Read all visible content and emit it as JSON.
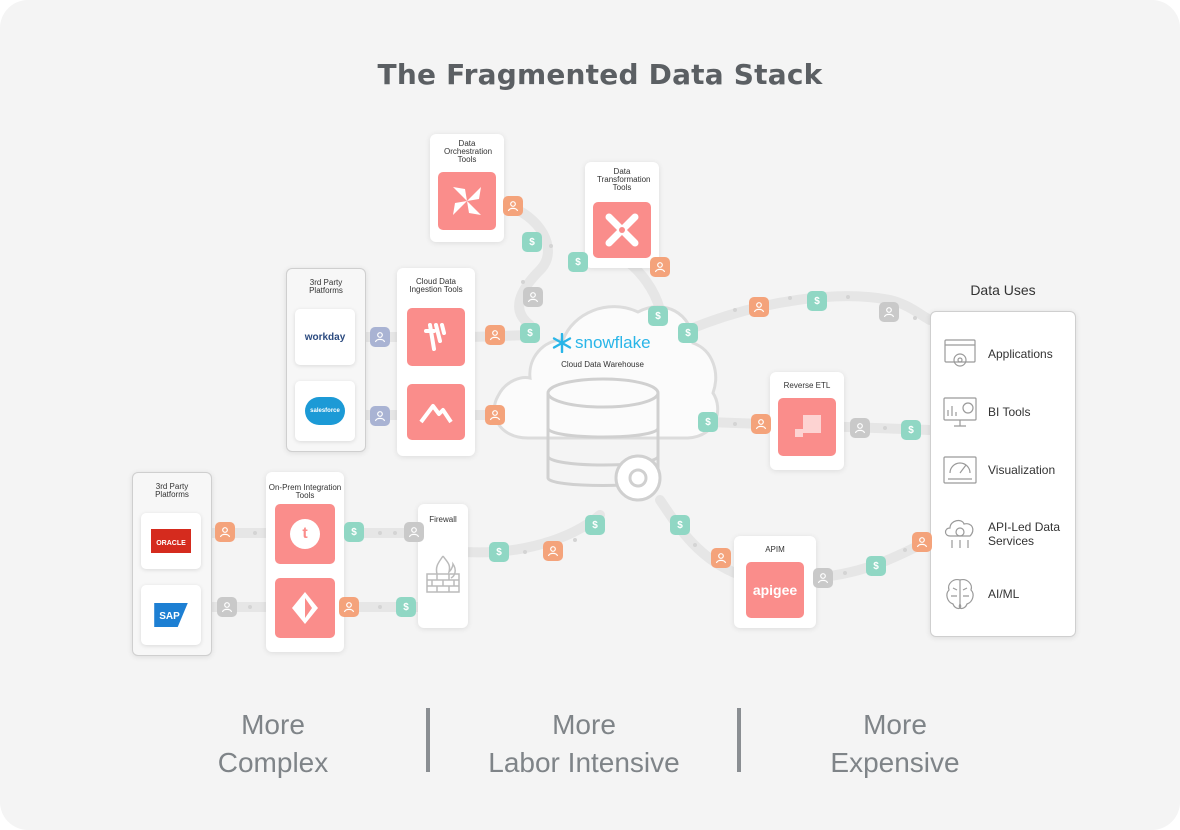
{
  "title": "The Fragmented Data Stack",
  "central": {
    "brand": "snowflake",
    "subtitle": "Cloud Data Warehouse"
  },
  "groups": {
    "orchestration": "Data Orchestration Tools",
    "transformation": "Data Transformation Tools",
    "platforms_top": "3rd Party Platforms",
    "ingestion": "Cloud Data Ingestion Tools",
    "platforms_bottom": "3rd Party Platforms",
    "onprem": "On-Prem Integration Tools",
    "firewall": "Firewall",
    "reverse_etl": "Reverse ETL",
    "apim": "APIM"
  },
  "logos": {
    "workday": "workday",
    "salesforce": "salesforce",
    "oracle": "ORACLE",
    "sap": "SAP",
    "apigee": "apigee",
    "talend": "t"
  },
  "data_uses": {
    "title": "Data Uses",
    "items": [
      {
        "label": "Applications",
        "icon": "applications-icon"
      },
      {
        "label": "BI Tools",
        "icon": "bi-tools-icon"
      },
      {
        "label": "Visualization",
        "icon": "visualization-icon"
      },
      {
        "label": "API-Led Data Services",
        "icon": "api-services-icon"
      },
      {
        "label": "AI/ML",
        "icon": "ai-ml-icon"
      }
    ]
  },
  "markers": {
    "dollar": "$"
  },
  "colors": {
    "accent_tile": "#fa8d8b",
    "person_marker": "#f4a37b",
    "cost_marker": "#90d7c4",
    "neutral_marker": "#c9c9c9",
    "text_gray": "#7f8488"
  },
  "footer": [
    {
      "line1": "More",
      "line2": "Complex"
    },
    {
      "line1": "More",
      "line2": "Labor Intensive"
    },
    {
      "line1": "More",
      "line2": "Expensive"
    }
  ]
}
